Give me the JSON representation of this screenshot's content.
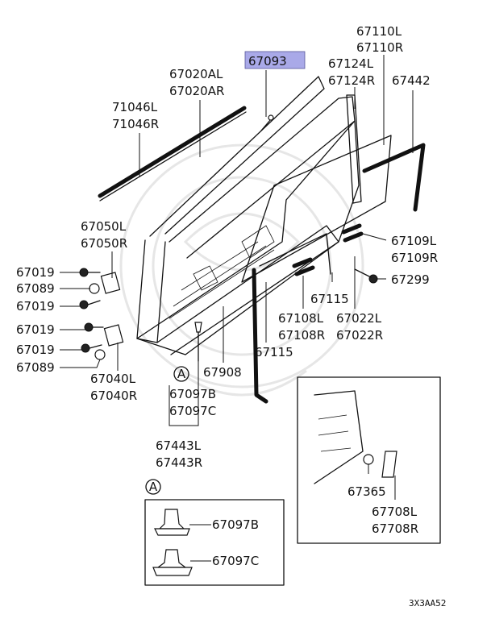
{
  "highlight_color": "#a9a9e8",
  "callout_symbol": "A",
  "labels": {
    "p67093": "67093",
    "p67110L": "67110L",
    "p67110R": "67110R",
    "p67124L": "67124L",
    "p67124R": "67124R",
    "p67442": "67442",
    "p67020AL": "67020AL",
    "p67020AR": "67020AR",
    "p71046L": "71046L",
    "p71046R": "71046R",
    "p67050L": "67050L",
    "p67050R": "67050R",
    "p67019a": "67019",
    "p67089a": "67089",
    "p67019b": "67019",
    "p67019c": "67019",
    "p67019d": "67019",
    "p67089b": "67089",
    "p67040L": "67040L",
    "p67040R": "67040R",
    "p67109L": "67109L",
    "p67109R": "67109R",
    "p67299": "67299",
    "p67115a": "67115",
    "p67108L": "67108L",
    "p67108R": "67108R",
    "p67022L": "67022L",
    "p67022R": "67022R",
    "p67115b": "67115",
    "p67908": "67908",
    "p67097B": "67097B",
    "p67097C": "67097C",
    "p67443L": "67443L",
    "p67443R": "67443R",
    "p67365": "67365",
    "p67708L": "67708L",
    "p67708R": "67708R",
    "inset_67097B": "67097B",
    "inset_67097C": "67097C"
  },
  "diagram_code": "3X3AA52"
}
